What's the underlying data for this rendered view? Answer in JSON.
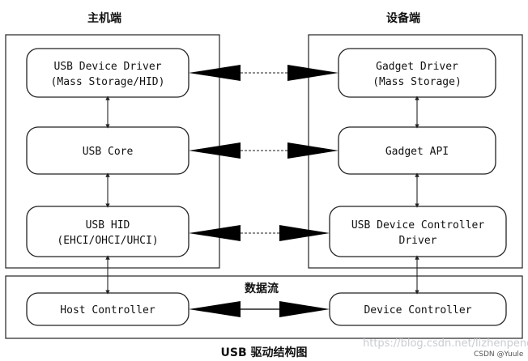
{
  "headings": {
    "host": "主机端",
    "device": "设备端",
    "dataflow": "数据流"
  },
  "caption": "USB 驱动结构图",
  "watermark": "https://blog.csdn.net/lizhenpeng",
  "credit": "CSDN @Yuule",
  "host_boxes": [
    {
      "line1": "USB Device Driver",
      "line2": "(Mass Storage/HID)"
    },
    {
      "line1": "USB Core",
      "line2": ""
    },
    {
      "line1": "USB HID",
      "line2": "(EHCI/OHCI/UHCI)"
    },
    {
      "line1": "Host Controller",
      "line2": ""
    }
  ],
  "device_boxes": [
    {
      "line1": "Gadget Driver",
      "line2": "(Mass Storage)"
    },
    {
      "line1": "Gadget API",
      "line2": ""
    },
    {
      "line1": "USB Device Controller",
      "line2": "Driver"
    },
    {
      "line1": "Device Controller",
      "line2": ""
    }
  ]
}
